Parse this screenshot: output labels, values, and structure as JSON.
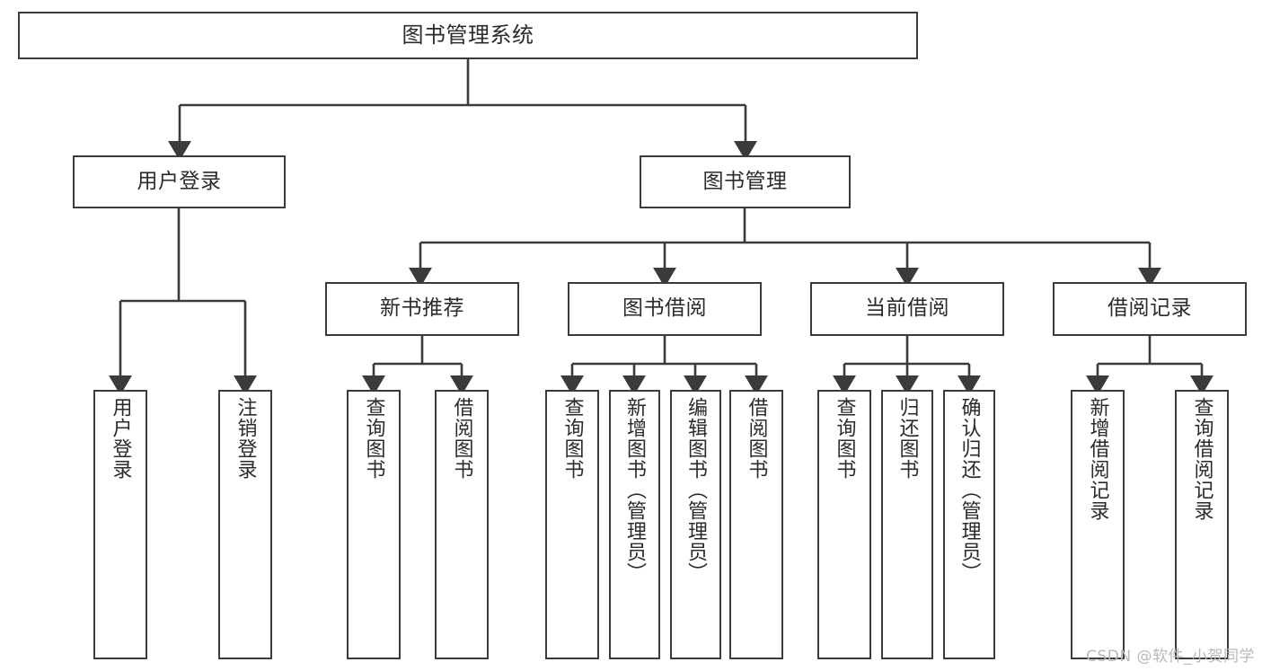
{
  "diagram": {
    "type": "tree",
    "title": "图书管理系统",
    "orientation": "top-down",
    "watermark": "CSDN @软件_小贺同学",
    "colors": {
      "background": "#ffffff",
      "stroke": "#3b3b3b",
      "fill": "#ffffff",
      "text": "#2b2b2b",
      "watermark": "#b9b9b9"
    },
    "nodes": {
      "root": "图书管理系统",
      "level1": [
        "用户登录",
        "图书管理"
      ],
      "level2": [
        "新书推荐",
        "图书借阅",
        "当前借阅",
        "借阅记录"
      ],
      "leaves_user_login": [
        "用户登录",
        "注销登录"
      ],
      "leaves_new_book": [
        "查询图书",
        "借阅图书"
      ],
      "leaves_borrow": [
        "查询图书",
        "新增图书（管理员）",
        "编辑图书（管理员）",
        "借阅图书"
      ],
      "leaves_current": [
        "查询图书",
        "归还图书",
        "确认归还（管理员）"
      ],
      "leaves_records": [
        "新增借阅记录",
        "查询借阅记录"
      ]
    },
    "edges": [
      {
        "from": "图书管理系统",
        "to": "用户登录"
      },
      {
        "from": "图书管理系统",
        "to": "图书管理"
      },
      {
        "from": "用户登录",
        "to": "用户登录"
      },
      {
        "from": "用户登录",
        "to": "注销登录"
      },
      {
        "from": "图书管理",
        "to": "新书推荐"
      },
      {
        "from": "图书管理",
        "to": "图书借阅"
      },
      {
        "from": "图书管理",
        "to": "当前借阅"
      },
      {
        "from": "图书管理",
        "to": "借阅记录"
      },
      {
        "from": "新书推荐",
        "to": "查询图书"
      },
      {
        "from": "新书推荐",
        "to": "借阅图书"
      },
      {
        "from": "图书借阅",
        "to": "查询图书"
      },
      {
        "from": "图书借阅",
        "to": "新增图书（管理员）"
      },
      {
        "from": "图书借阅",
        "to": "编辑图书（管理员）"
      },
      {
        "from": "图书借阅",
        "to": "借阅图书"
      },
      {
        "from": "当前借阅",
        "to": "查询图书"
      },
      {
        "from": "当前借阅",
        "to": "归还图书"
      },
      {
        "from": "当前借阅",
        "to": "确认归还（管理员）"
      },
      {
        "from": "借阅记录",
        "to": "新增借阅记录"
      },
      {
        "from": "借阅记录",
        "to": "查询借阅记录"
      }
    ]
  }
}
